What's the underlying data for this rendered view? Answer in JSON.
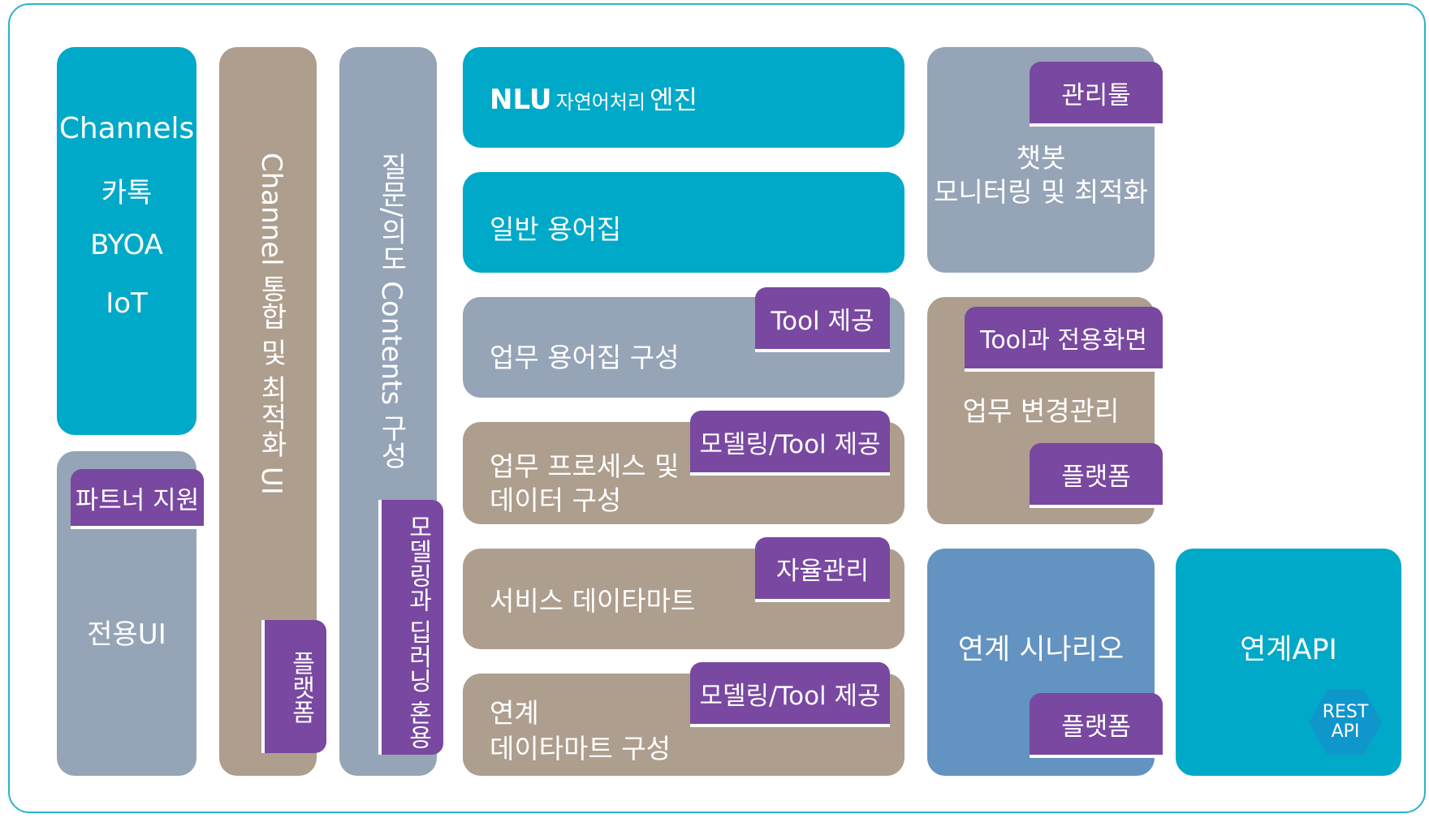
{
  "channels": {
    "title": "Channels",
    "items": [
      "카톡",
      "BYOA",
      "IoT"
    ]
  },
  "dedicated_ui": {
    "label": "전용UI",
    "tag": "파트너 지원"
  },
  "channel_integration": {
    "label": "Channel 통합 및 최적화 UI",
    "tag": "플랫폼"
  },
  "qa_contents": {
    "label": "질문/의도 Contents 구성",
    "tag": "모델링과 딥러닝 혼용"
  },
  "nlu": {
    "main": "NLU",
    "sub": "자연어처리",
    "tail": "엔진"
  },
  "general_glossary": {
    "label": "일반 용어집"
  },
  "business_glossary": {
    "label": "업무 용어집 구성",
    "tag": "Tool 제공"
  },
  "business_process": {
    "line1": "업무 프로세스 및",
    "line2": "데이터 구성",
    "tag": "모델링/Tool 제공"
  },
  "service_datamart": {
    "label": "서비스 데이타마트",
    "tag": "자율관리"
  },
  "link_datamart": {
    "line1": "연계",
    "line2": "데이타마트 구성",
    "tag": "모델링/Tool 제공"
  },
  "chatbot_monitoring": {
    "line1": "챗봇",
    "line2": "모니터링 및 최적화",
    "tag": "관리툴"
  },
  "business_change": {
    "label": "업무 변경관리",
    "tag_top": "Tool과 전용화면",
    "tag_bottom": "플랫폼"
  },
  "link_scenario": {
    "label": "연계 시나리오",
    "tag": "플랫폼"
  },
  "link_api": {
    "label": "연계API",
    "badge_line1": "REST",
    "badge_line2": "API"
  },
  "colors": {
    "teal": "#00a9c8",
    "gray": "#96a4b7",
    "tan": "#ae9e8e",
    "blue": "#6393c0",
    "purple": "#7948a0",
    "hex": "#0f97cc"
  }
}
